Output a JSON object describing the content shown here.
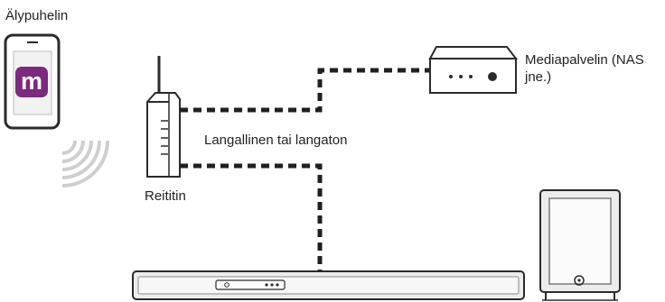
{
  "labels": {
    "smartphone": "Älypuhelin",
    "media_server_line1": "Mediapalvelin (NAS",
    "media_server_line2": "jne.)",
    "connection": "Langallinen tai langaton",
    "router": "Reititin"
  },
  "icons": {
    "app_letter": "m",
    "app_color": "#7b2a7e",
    "wifi_color": "#cfcfcf",
    "line_color": "#231f20"
  }
}
